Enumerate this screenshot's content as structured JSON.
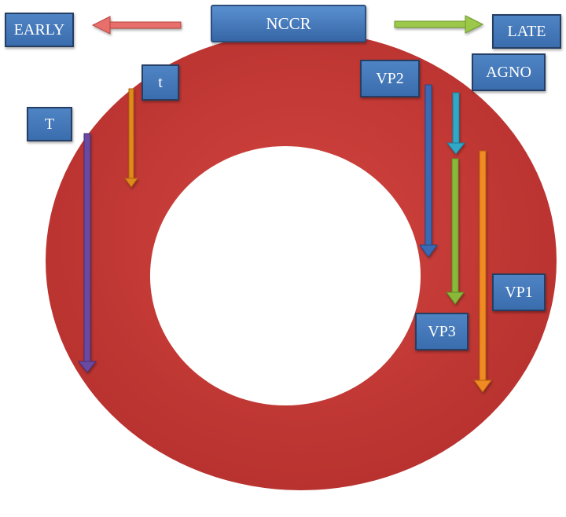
{
  "labels": {
    "nccr": "NCCR",
    "early": "EARLY",
    "late": "LATE",
    "agno": "AGNO",
    "vp2": "VP2",
    "t_small": "t",
    "t_big": "T",
    "vp1": "VP1",
    "vp3": "VP3"
  },
  "colors": {
    "ring": "#c63c38",
    "label_fill": "#4a7ebf",
    "label_border": "#253f64",
    "early_arrow": "#e8706c",
    "late_arrow": "#9cc84a",
    "t_arrow": "#6a4aa0",
    "t_small_arrow": "#e08a1e",
    "vp2_arrow": "#3a6ab4",
    "agno_arrow": "#30a8c8",
    "vp3_arrow": "#8ab83a",
    "vp1_arrow": "#f08a20"
  }
}
